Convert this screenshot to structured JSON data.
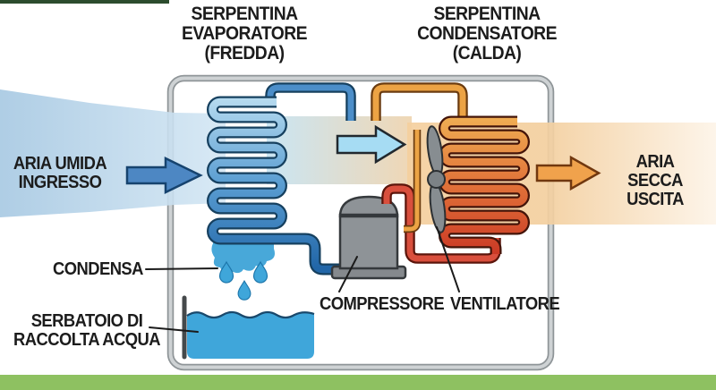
{
  "labels": {
    "evaporator_title": "SERPENTINA\nEVAPORATORE\n(FREDDA)",
    "condenser_title": "SERPENTINA\nCONDENSATORE\n(CALDA)",
    "air_in": "ARIA UMIDA\nINGRESSO",
    "air_out": "ARIA SECCA\nUSCITA",
    "condensate": "CONDENSA",
    "tank": "SERBATOIO DI\nRACCOLTA ACQUA",
    "compressor": "COMPRESSORE",
    "fan": "VENTILATORE"
  },
  "colors": {
    "ground_green": "#8ec161",
    "accent_dark_green": "#2c4c2e",
    "cold_air": "#a6c8e2",
    "warm_air": "#f4cf9e",
    "arrow_in": "#4d87c3",
    "arrow_mid": "#a6dcf3",
    "arrow_out": "#f0a24c",
    "coil_cold_top": "#b8dcf0",
    "coil_cold_bottom": "#2166a8",
    "coil_hot_top": "#f0b054",
    "coil_hot_bottom": "#c93524",
    "pipe_cold": "#4c8ec9",
    "pipe_hot": "#d94f3d",
    "pipe_warm": "#eca344",
    "water": "#3fa6da",
    "metal_gray": "#8e9397",
    "fan_gray": "#878d91"
  }
}
